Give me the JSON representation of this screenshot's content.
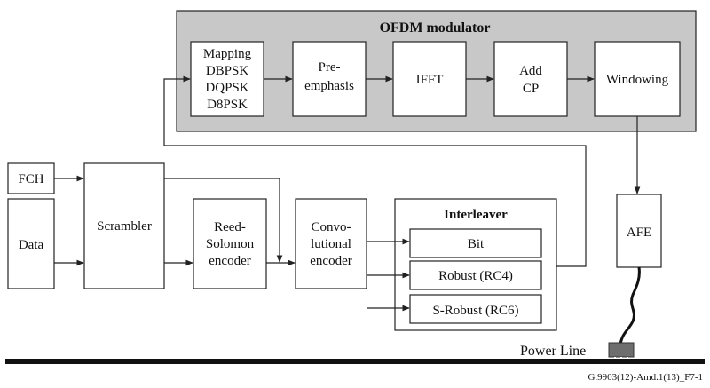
{
  "diagram": {
    "ofdm_title": "OFDM modulator",
    "blocks": {
      "mapping": [
        "Mapping",
        "DBPSK",
        "DQPSK",
        "D8PSK"
      ],
      "preemphasis": [
        "Pre-",
        "emphasis"
      ],
      "ifft": "IFFT",
      "addcp": [
        "Add",
        "CP"
      ],
      "windowing": "Windowing",
      "fch": "FCH",
      "data": "Data",
      "scrambler": "Scrambler",
      "reed_solomon": [
        "Reed-",
        "Solomon",
        "encoder"
      ],
      "convolutional": [
        "Convo-",
        "lutional",
        "encoder"
      ],
      "interleaver_title": "Interleaver",
      "bit": "Bit",
      "robust": "Robust (RC4)",
      "srobust": "S-Robust (RC6)",
      "afe": "AFE"
    },
    "power_line": "Power Line",
    "figure_id": "G.9903(12)-Amd.1(13)_F7-1"
  },
  "colors": {
    "ofdm_fill": "#c8c8c8",
    "line": "#222222",
    "plug": "#6e6e6e"
  }
}
